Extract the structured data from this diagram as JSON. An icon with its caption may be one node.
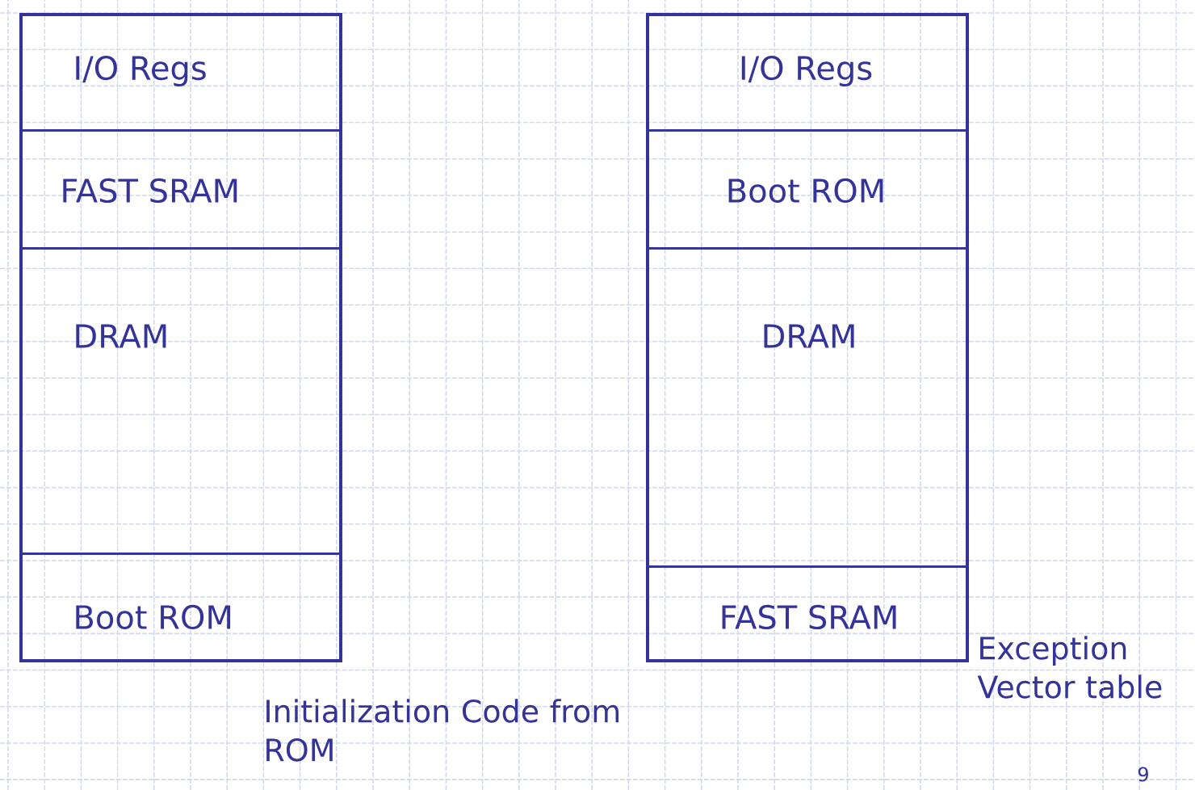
{
  "diagram": {
    "nodes": [
      {
        "text": [],
        "shape": "box",
        "beside": [
          "Initialization Code from ROM"
        ]
      },
      {
        "text": [
          "I/O Regs"
        ],
        "in": 0
      },
      {
        "text": [
          "FAST SRAM"
        ],
        "in": 0
      },
      {
        "text": [
          "DRAM"
        ],
        "in": 0
      },
      {
        "text": [
          "Boot ROM"
        ],
        "in": 0
      },
      {
        "text": [],
        "shape": "box"
      },
      {
        "text": [
          "I/O Regs"
        ],
        "in": 5
      },
      {
        "text": [
          "Boot ROM"
        ],
        "in": 5
      },
      {
        "text": [
          "DRAM"
        ],
        "in": 5
      },
      {
        "text": [
          "FAST SRAM"
        ],
        "in": 5,
        "beside": [
          "Exception Vector table"
        ]
      }
    ],
    "labels": [
      "9"
    ]
  }
}
